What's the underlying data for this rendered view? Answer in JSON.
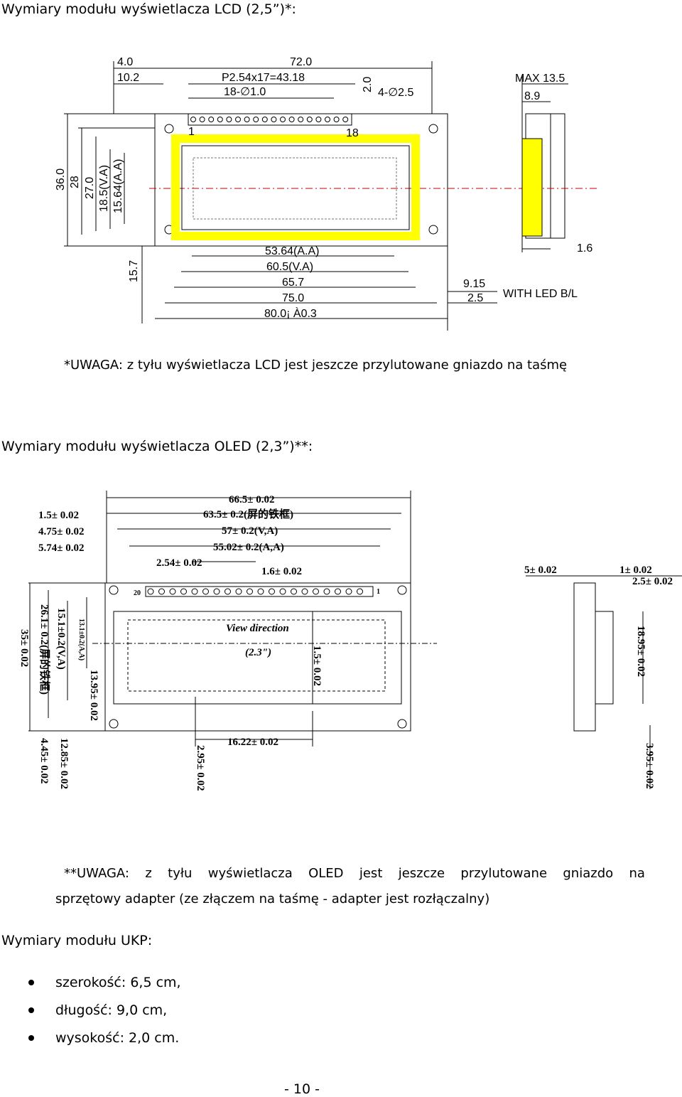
{
  "lcd": {
    "heading": "Wymiary modułu wyświetlacza LCD (2,5”)*:",
    "dims": {
      "d_4_0": "4.0",
      "d_10_2": "10.2",
      "d_72_0": "72.0",
      "d_pitch": "P2.54x17=43.18",
      "d_holes18": "18-∅1.0",
      "d_2_0": "2.0",
      "d_holes4": "4-∅2.5",
      "max": "MAX 13.5",
      "d_8_9": "8.9",
      "pin1": "1",
      "pin18": "18",
      "d_36": "36.0",
      "d_28": "28",
      "d_27": "27.0",
      "d_18_5": "18.5(V.A)",
      "d_15_64": "15.64(A.A)",
      "d_15_7": "15.7",
      "d_53_64": "53.64(A.A)",
      "d_60_5": "60.5(V.A)",
      "d_65_7": "65.7",
      "d_75": "75.0",
      "d_80": "80.0¡ À0.3",
      "d_9_15": "9.15",
      "d_2_5": "2.5",
      "d_1_6": "1.6",
      "led": "WITH LED B/L"
    },
    "note": "*UWAGA: z tyłu wyświetlacza LCD jest jeszcze przylutowane gniazdo na taśmę",
    "frame_color": "#ffff00"
  },
  "oled": {
    "heading": "Wymiary modułu wyświetlacza OLED (2,3”)**:",
    "dims": {
      "d_66_5": "66.5± 0.02",
      "d_1_5": "1.5± 0.02",
      "d_63_5": "63.5± 0.2(屏的铁框)",
      "d_4_75": "4.75± 0.02",
      "d_57": "57± 0.2(V,A)",
      "d_5_74": "5.74± 0.02",
      "d_55_02": "55.02± 0.2(A,A)",
      "d_2_54": "2.54± 0.02",
      "d_1_6": "1.6± 0.02",
      "d_35": "35± 0.02",
      "d_26_1": "26.1± 0.2(屏的铁框)",
      "d_15_1": "15.1±0.2(V,A)",
      "d_13_1": "13.1±0.2(A,A)",
      "d_13_95": "13.95± 0.02",
      "d_1_5v": "1.5± 0.02",
      "view": "View direction",
      "size": "(2.3\")",
      "pin20": "20",
      "pin1": "1",
      "d_2_95": "2.95± 0.02",
      "d_16_22": "16.22± 0.02",
      "d_4_45": "4.45± 0.02",
      "d_12_85": "12.85± 0.02",
      "d_5": "5± 0.02",
      "d_1": "1± 0.02",
      "d_2_5": "2.5± 0.02",
      "d_18_95": "18.95± 0.02",
      "d_3_95": "3.95± 0.02"
    },
    "note_words": [
      "**UWAGA:",
      "z",
      "tyłu",
      "wyświetlacza",
      "OLED",
      "jest",
      "jeszcze",
      "przylutowane",
      "gniazdo",
      "na"
    ],
    "note_line2": "sprzętowy adapter (ze złączem na taśmę - adapter jest rozłączalny)"
  },
  "ukp": {
    "heading": "Wymiary modułu UKP:",
    "specs": [
      "szerokość: 6,5 cm,",
      "długość: 9,0 cm,",
      "wysokość: 2,0 cm."
    ]
  },
  "page_number": "- 10 -"
}
